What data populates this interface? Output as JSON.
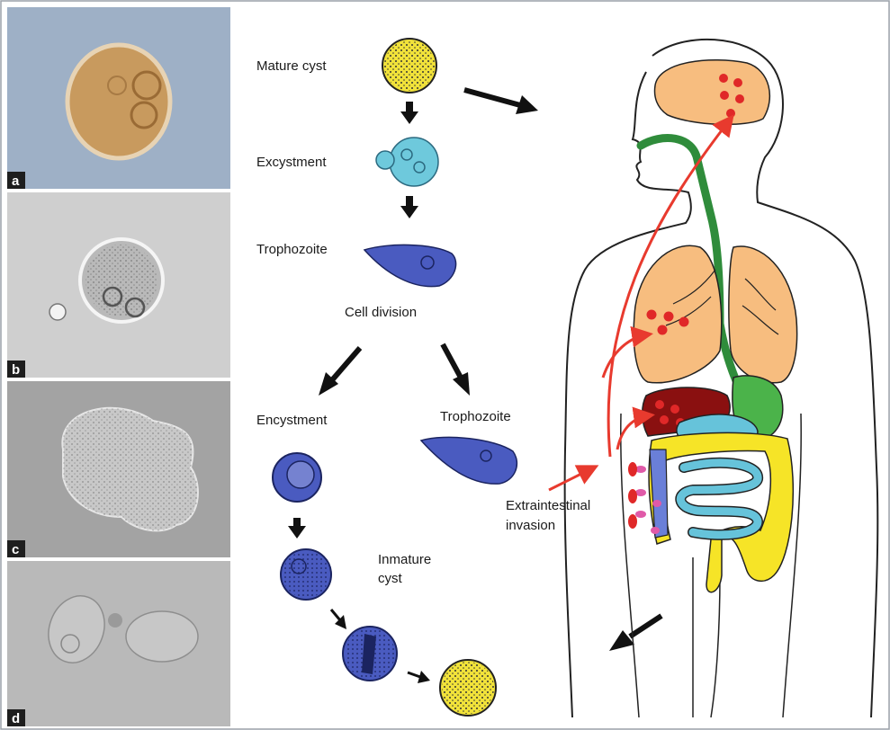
{
  "panels": [
    {
      "letter": "a"
    },
    {
      "letter": "b"
    },
    {
      "letter": "c"
    },
    {
      "letter": "d"
    }
  ],
  "cycle_labels": {
    "mature_cyst": "Mature cyst",
    "excystment": "Excystment",
    "trophozoite_top": "Trophozoite",
    "cell_division": "Cell division",
    "encystment": "Encystment",
    "trophozoite_right": "Trophozoite",
    "inmature_line1": "Inmature",
    "inmature_line2": "cyst"
  },
  "body_labels": {
    "extraintestinal_line1": "Extraintestinal",
    "extraintestinal_line2": "invasion"
  },
  "colors": {
    "cyst_yellow": "#f1e23a",
    "excyst_cyan": "#6ec9dc",
    "trophozoite_blue": "#4a5bc0",
    "organ_orange": "#f7bd7f",
    "liver_red": "#8a1010",
    "esophagus_green": "#2f8c3b",
    "stomach_green": "#4bb34a",
    "small_intestine_cyan": "#66c3da",
    "large_intestine_yellow": "#f6e427",
    "spot_red": "#e02828",
    "spot_pink": "#e05aa8",
    "arrow_red": "#e83a2e"
  }
}
